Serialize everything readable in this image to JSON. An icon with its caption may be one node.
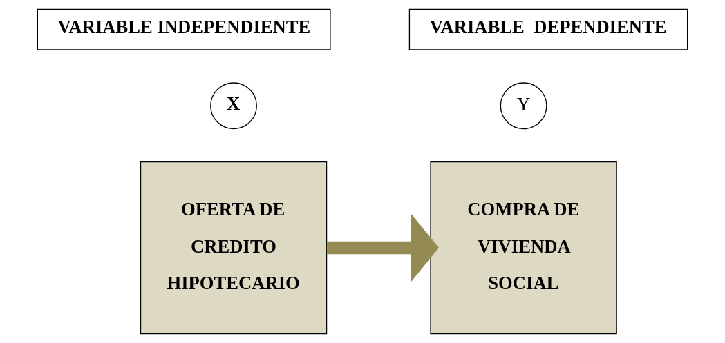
{
  "diagram": {
    "nodes": [
      {
        "text": [
          "VARIABLE INDEPENDIENTE"
        ]
      },
      {
        "text": [
          "VARIABLE  DEPENDIENTE"
        ]
      },
      {
        "text": [
          "X"
        ]
      },
      {
        "text": [
          "Y"
        ]
      },
      {
        "text": [
          "OFERTA DE CREDITO HIPOTECARIO"
        ]
      },
      {
        "text": [
          "COMPRA DE VIVIENDA SOCIAL"
        ]
      }
    ],
    "edges": [
      {
        "from": 4,
        "to": 5,
        "arrow": "to"
      }
    ]
  }
}
